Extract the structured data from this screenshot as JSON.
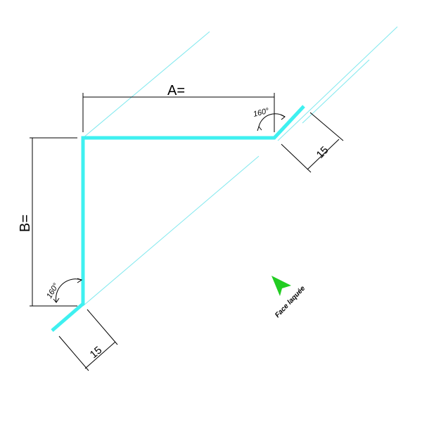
{
  "drawing": {
    "dim_a_label": "A=",
    "dim_b_label": "B=",
    "angle_top": "160°",
    "angle_bottom": "160°",
    "dim_flange_top": "15",
    "dim_flange_bottom": "15",
    "face_label": "Face laquée"
  },
  "colors": {
    "profile": "#3ff0f0",
    "guide": "#7fe8ee",
    "dimension": "#000000",
    "arrow": "#22cc22"
  }
}
